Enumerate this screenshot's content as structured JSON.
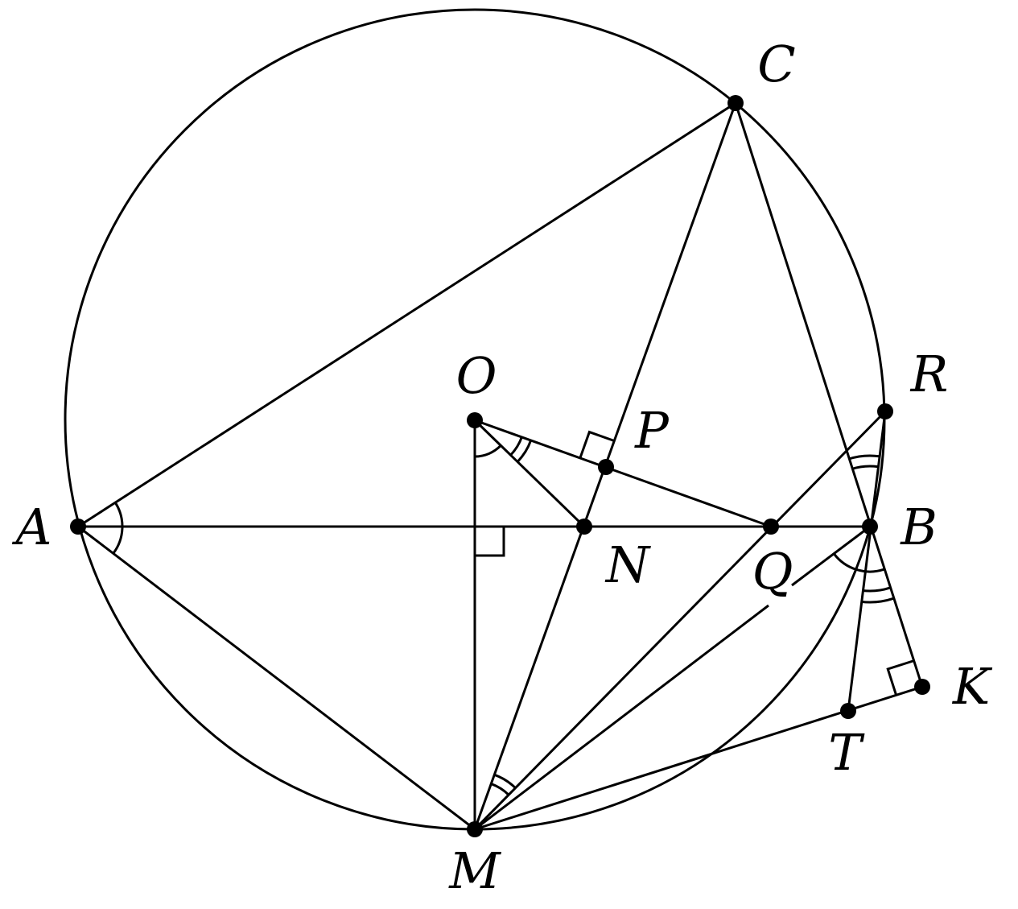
{
  "figure": {
    "type": "geometry-diagram",
    "points": {
      "A": "A",
      "B": "B",
      "C": "C",
      "O": "O",
      "P": "P",
      "R": "R",
      "N": "N",
      "Q": "Q",
      "K": "K",
      "T": "T",
      "M": "M"
    },
    "colors": {
      "stroke": "#000000",
      "background": "#ffffff"
    }
  }
}
